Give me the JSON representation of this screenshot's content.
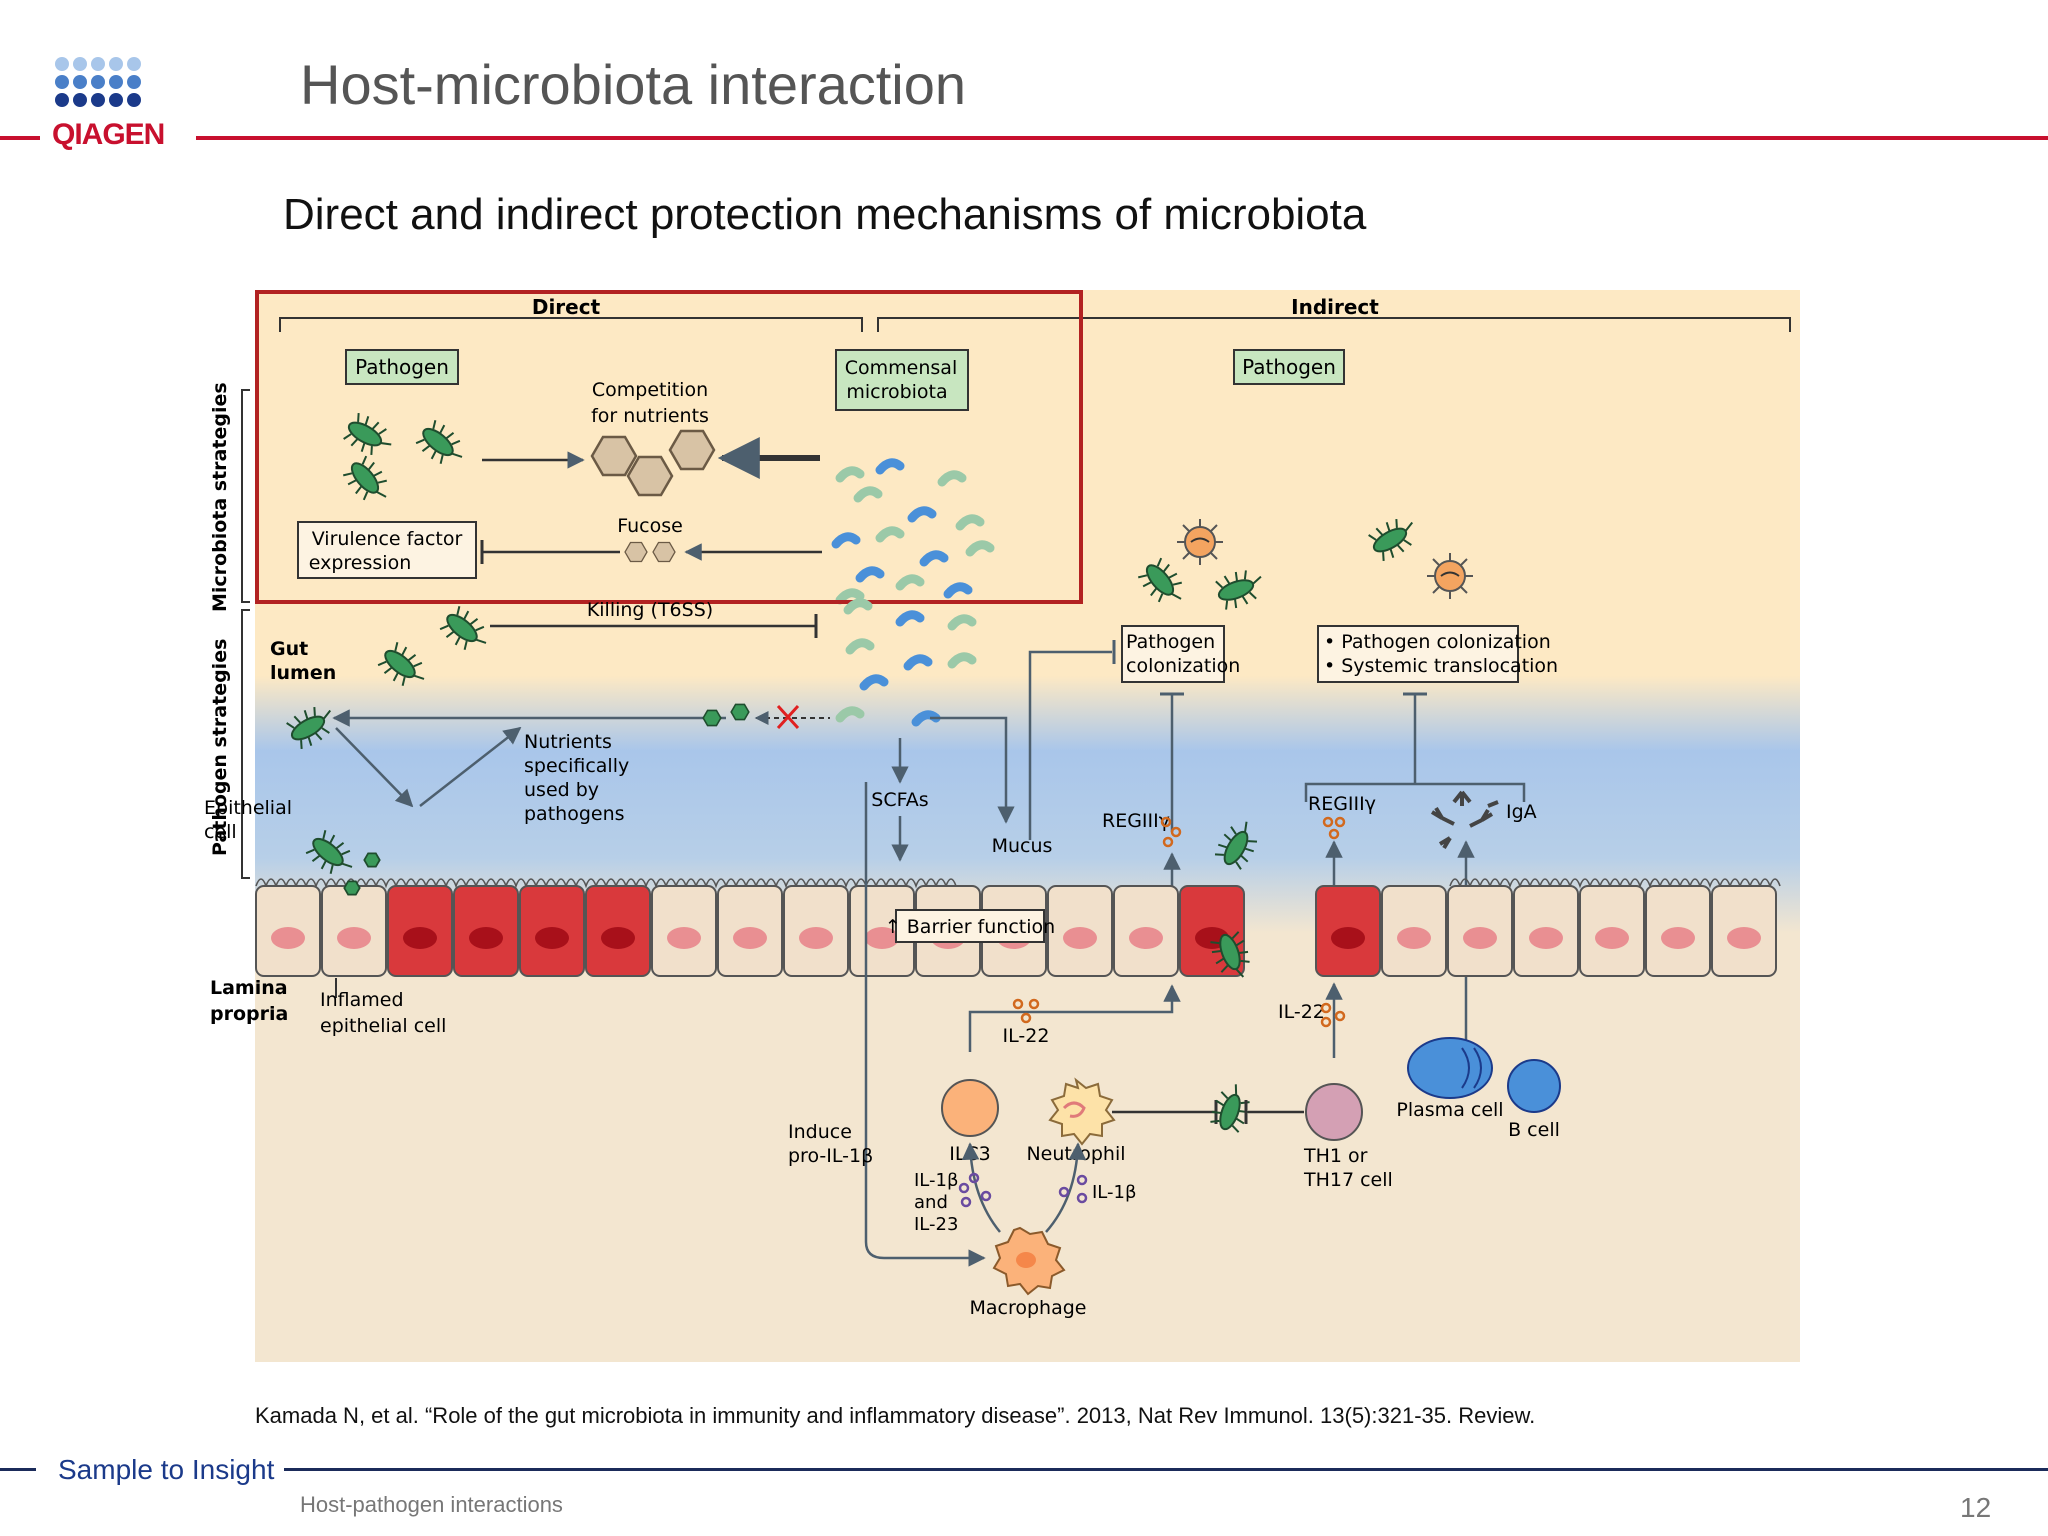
{
  "header": {
    "logo_text": "QIAGEN",
    "title": "Host-microbiota interaction",
    "subtitle": "Direct and indirect protection mechanisms  of microbiota"
  },
  "figure": {
    "section_direct": "Direct",
    "section_indirect": "Indirect",
    "side_microbiota": "Microbiota strategies",
    "side_pathogen": "Pathogen strategies",
    "pathogen_box": "Pathogen",
    "pathogen_box_indirect": "Pathogen",
    "commensal_line1": "Commensal",
    "commensal_line2": "microbiota",
    "competition_line1": "Competition",
    "competition_line2": "for nutrients",
    "virulence_line1": "Virulence factor",
    "virulence_line2": "expression",
    "fucose": "Fucose",
    "killing": "Killing (T6SS)",
    "gut_lumen_line1": "Gut",
    "gut_lumen_line2": "lumen",
    "nutrients_line1": "Nutrients",
    "nutrients_line2": "specifically",
    "nutrients_line3": "used by",
    "nutrients_line4": "pathogens",
    "epithelial_line1": "Epithelial",
    "epithelial_line2": "cell",
    "scfas": "SCFAs",
    "mucus": "Mucus",
    "colonization_line1": "Pathogen",
    "colonization_line2": "colonization",
    "indirect_box_line1": "• Pathogen colonization",
    "indirect_box_line2": "• Systemic translocation",
    "regiii_a": "REGIIIγ",
    "regiii_b": "REGIIIγ",
    "iga": "IgA",
    "barrier": "↑ Barrier function",
    "lamina_line1": "Lamina",
    "lamina_line2": "propria",
    "inflamed_line1": "Inflamed",
    "inflamed_line2": "epithelial cell",
    "il22_a": "IL-22",
    "il22_b": "IL-22",
    "plasma_cell": "Plasma cell",
    "b_cell": "B cell",
    "induce_line1": "Induce",
    "induce_line2": "pro-IL-1β",
    "ilc3": "ILC3",
    "neutrophil": "Neutrophil",
    "th_line1": "TH1 or",
    "th_line2": "TH17 cell",
    "il1b_line1": "IL-1β",
    "il1b_line2": "and",
    "il1b_line3": "IL-23",
    "il1b_right": "IL-1β",
    "macrophage": "Macrophage"
  },
  "citation": "Kamada N, et al. “Role of the gut microbiota in immunity and inflammatory disease”. 2013, Nat Rev Immunol.  13(5):321-35. Review.",
  "footer": {
    "tagline": "Sample to Insight",
    "section": "Host-pathogen interactions",
    "page": "12"
  },
  "colors": {
    "brand_red": "#c8102e",
    "brand_blue": "#1b3a8a",
    "lumen_bg": "#fde9c4",
    "mucus_blue": "#a9c6ea",
    "pathogen_green": "#3a9a5a",
    "highlight_red": "#b22222"
  }
}
